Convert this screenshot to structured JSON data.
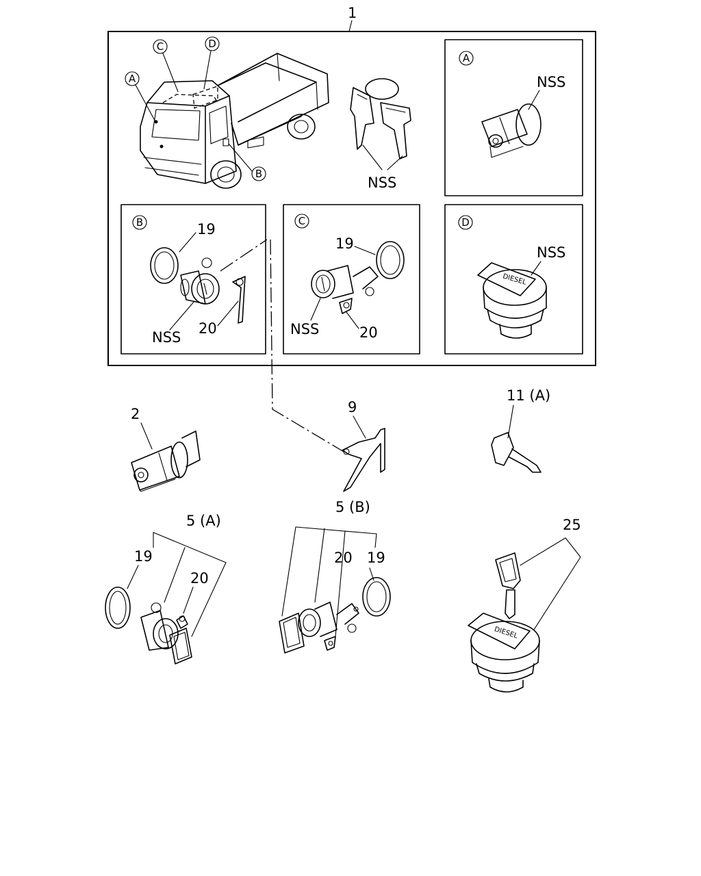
{
  "labels": {
    "assembly": "1",
    "nss_keys": "NSS",
    "panel_a_nss": "NSS",
    "panel_b_19": "19",
    "panel_b_nss": "NSS",
    "panel_b_20": "20",
    "panel_c_19": "19",
    "panel_c_nss": "NSS",
    "panel_c_20": "20",
    "panel_d_nss": "NSS",
    "part_2": "2",
    "part_9": "9",
    "part_11a": "11 (A)",
    "part_5a": "5 (A)",
    "part_5a_19": "19",
    "part_5a_20": "20",
    "part_5b": "5 (B)",
    "part_5b_20": "20",
    "part_5b_19": "19",
    "part_25": "25"
  },
  "callouts": {
    "truck_a": "A",
    "truck_b": "B",
    "truck_c": "C",
    "truck_d": "D",
    "panel_a": "A",
    "panel_b": "B",
    "panel_c": "C",
    "panel_d": "D"
  },
  "cap_text": {
    "panel_d": "DIESEL",
    "part_25": "DIESEL"
  }
}
